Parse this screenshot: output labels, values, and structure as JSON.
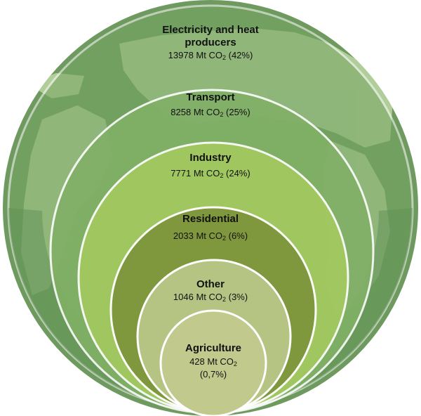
{
  "diagram": {
    "colors": {
      "background": "#ffffff",
      "globe": "#6f9a5f",
      "continents": "#b7d3a1",
      "rim": "#ffffff"
    },
    "rings": [
      {
        "key": "electricity",
        "name": "Electricity and heat producers",
        "name_line1": "Electricity and heat",
        "name_line2": "producers",
        "value": "13978 Mt CO",
        "sub": "2",
        "pct": " (42%)",
        "mt": 13978,
        "share_pct": 42,
        "color": "#76a561"
      },
      {
        "key": "transport",
        "name": "Transport",
        "value": "8258 Mt CO",
        "sub": "2",
        "pct": " (25%)",
        "mt": 8258,
        "share_pct": 25,
        "color": "#81b066"
      },
      {
        "key": "industry",
        "name": "Industry",
        "value": "7771 Mt CO",
        "sub": "2",
        "pct": " (24%)",
        "mt": 7771,
        "share_pct": 24,
        "color": "#a3c960"
      },
      {
        "key": "residential",
        "name": "Residential",
        "value": "2033 Mt CO",
        "sub": "2",
        "pct": " (6%)",
        "mt": 2033,
        "share_pct": 6,
        "color": "#7f973c"
      },
      {
        "key": "other",
        "name": "Other",
        "value": "1046 Mt CO",
        "sub": "2",
        "pct": " (3%)",
        "mt": 1046,
        "share_pct": 3,
        "color": "#b5c483"
      },
      {
        "key": "agriculture",
        "name": "Agriculture",
        "value": "428 Mt CO",
        "sub": "2",
        "pct": "(0,7%)",
        "mt": 428,
        "share_pct": 0.7,
        "color": "#c1c98c"
      }
    ]
  }
}
